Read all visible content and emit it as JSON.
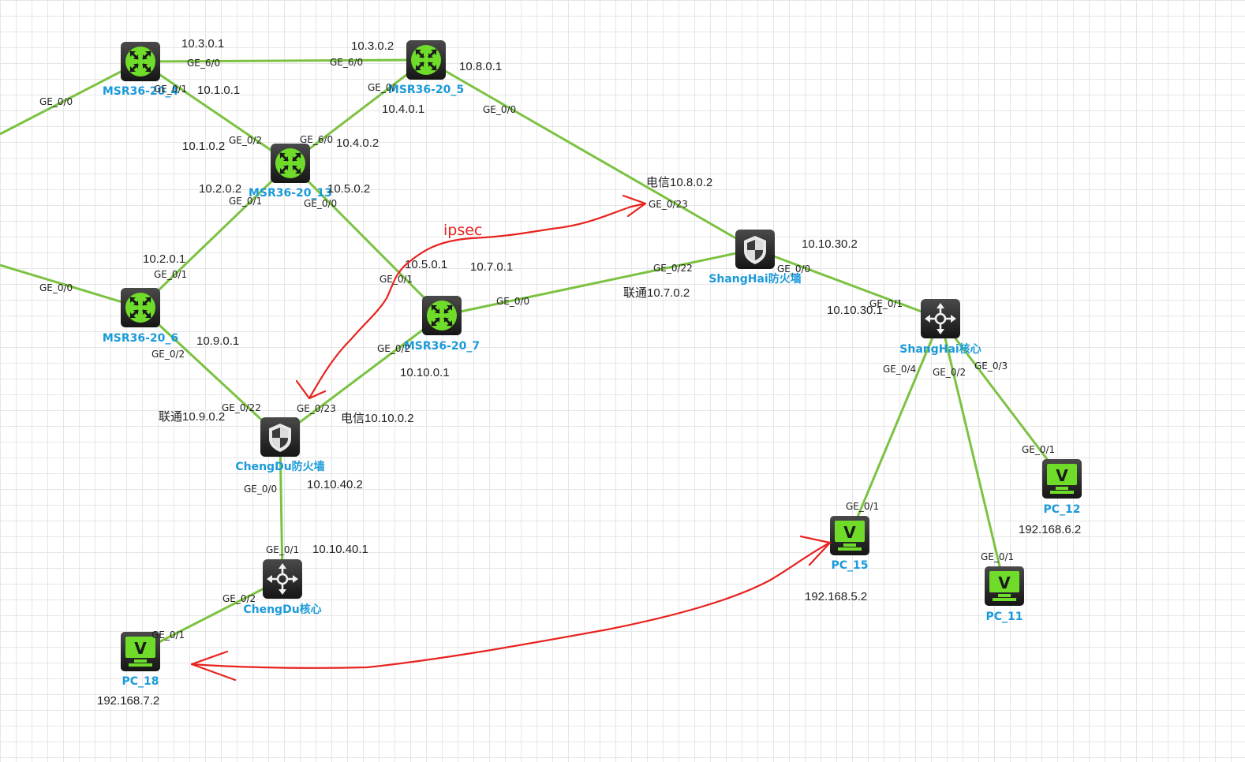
{
  "accent_colors": {
    "link": "#7cc242",
    "device_label": "#1a9ad9",
    "annotation": "#e8221e"
  },
  "devices": [
    {
      "id": "msr4",
      "name": "MSR36-20_4",
      "kind": "router",
      "icon": "router-icon"
    },
    {
      "id": "msr5",
      "name": "MSR36-20_5",
      "kind": "router",
      "icon": "router-icon"
    },
    {
      "id": "msr13",
      "name": "MSR36-20_13",
      "kind": "router",
      "icon": "router-icon"
    },
    {
      "id": "msr6",
      "name": "MSR36-20_6",
      "kind": "router",
      "icon": "router-icon"
    },
    {
      "id": "msr7",
      "name": "MSR36-20_7",
      "kind": "router",
      "icon": "router-icon"
    },
    {
      "id": "cdfw",
      "name": "ChengDu防火墙",
      "kind": "firewall",
      "icon": "firewall-shield-icon"
    },
    {
      "id": "shfw",
      "name": "ShangHai防火墙",
      "kind": "firewall",
      "icon": "firewall-shield-icon"
    },
    {
      "id": "cdcore",
      "name": "ChengDu核心",
      "kind": "switch",
      "icon": "core-switch-icon"
    },
    {
      "id": "shcore",
      "name": "ShangHai核心",
      "kind": "switch",
      "icon": "core-switch-icon"
    },
    {
      "id": "pc18",
      "name": "PC_18",
      "kind": "pc",
      "icon": "pc-monitor-icon"
    },
    {
      "id": "pc15",
      "name": "PC_15",
      "kind": "pc",
      "icon": "pc-monitor-icon"
    },
    {
      "id": "pc11",
      "name": "PC_11",
      "kind": "pc",
      "icon": "pc-monitor-icon"
    },
    {
      "id": "pc12",
      "name": "PC_12",
      "kind": "pc",
      "icon": "pc-monitor-icon"
    }
  ],
  "links": [
    {
      "id": "msr4-msr5",
      "from": "msr4",
      "to": "msr5"
    },
    {
      "id": "msr4-msr13",
      "from": "msr4",
      "to": "msr13"
    },
    {
      "id": "msr5-msr13",
      "from": "msr5",
      "to": "msr13"
    },
    {
      "id": "msr5-shfw",
      "from": "msr5",
      "to": "shfw"
    },
    {
      "id": "msr13-msr6",
      "from": "msr13",
      "to": "msr6"
    },
    {
      "id": "msr13-msr7",
      "from": "msr13",
      "to": "msr7"
    },
    {
      "id": "msr7-shfw",
      "from": "msr7",
      "to": "shfw"
    },
    {
      "id": "msr7-cdfw",
      "from": "msr7",
      "to": "cdfw"
    },
    {
      "id": "msr6-cdfw",
      "from": "msr6",
      "to": "cdfw"
    },
    {
      "id": "shfw-shcore",
      "from": "shfw",
      "to": "shcore"
    },
    {
      "id": "cdfw-cdcore",
      "from": "cdfw",
      "to": "cdcore"
    },
    {
      "id": "cdcore-pc18",
      "from": "cdcore",
      "to": "pc18"
    },
    {
      "id": "shcore-pc15",
      "from": "shcore",
      "to": "pc15"
    },
    {
      "id": "shcore-pc11",
      "from": "shcore",
      "to": "pc11"
    },
    {
      "id": "shcore-pc12",
      "from": "shcore",
      "to": "pc12"
    },
    {
      "id": "msr4-offscreen",
      "from": "msr4",
      "to": "offscreen"
    },
    {
      "id": "msr6-offscreen",
      "from": "msr6",
      "to": "offscreen"
    }
  ],
  "ports": [
    "GE_0/0",
    "GE_6/0",
    "GE_0/1",
    "GE_6/0",
    "GE_0/",
    "GE_0/0",
    "GE_0/2",
    "GE_6/0",
    "GE_0/1",
    "GE_0/0",
    "GE_0/23",
    "GE_0/1",
    "GE_0/0",
    "GE_0/2",
    "GE_0/1",
    "GE_0/0",
    "GE_0/2",
    "GE_0/22",
    "GE_0/22",
    "GE_0/23",
    "GE_0/0",
    "GE_0/0",
    "GE_0/1",
    "GE_0/4",
    "GE_0/2",
    "GE_0/3",
    "GE_0/1",
    "GE_0/1",
    "GE_0/1",
    "GE_0/1",
    "GE_0/2",
    "GE_0/1"
  ],
  "ips": [
    "10.3.0.1",
    "10.3.0.2",
    "10.8.0.1",
    "10.1.0.1",
    "10.4.0.1",
    "10.1.0.2",
    "10.4.0.2",
    "10.2.0.2",
    "10.5.0.2",
    "电信10.8.0.2",
    "10.2.0.1",
    "10.5.0.1",
    "10.7.0.1",
    "10.10.30.2",
    "联通10.7.0.2",
    "10.10.30.1",
    "10.9.0.1",
    "10.10.0.1",
    "联通10.9.0.2",
    "电信10.10.0.2",
    "10.10.40.2",
    "10.10.40.1",
    "192.168.6.2",
    "192.168.5.2",
    "192.168.7.2"
  ],
  "annotations": {
    "ipsec": "ipsec"
  }
}
